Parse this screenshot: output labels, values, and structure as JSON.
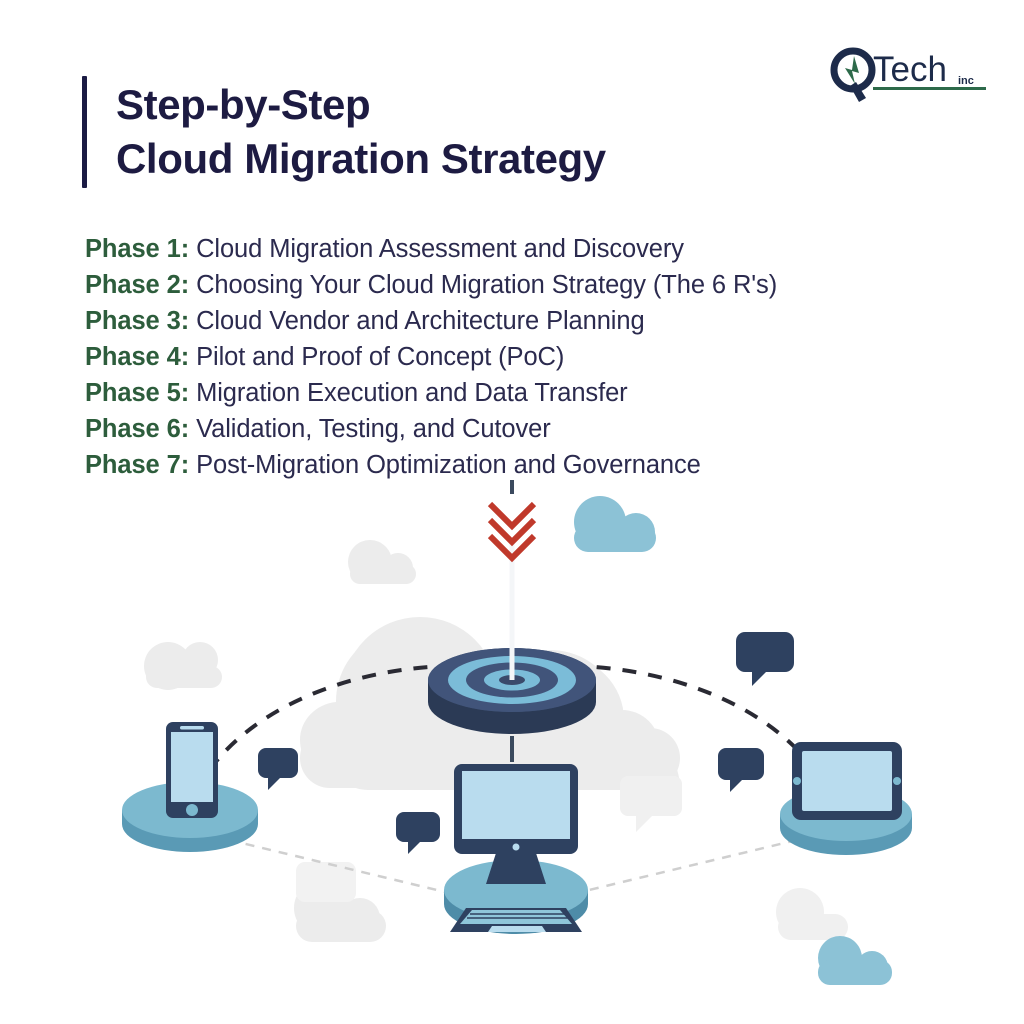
{
  "brand": {
    "logo_mark": "q-letter-with-green-wedge",
    "name_primary": "Tech",
    "name_suffix": "inc",
    "navy": "#1d2b4a",
    "green": "#2d6a4a"
  },
  "header": {
    "title_line_1": "Step-by-Step",
    "title_line_2": "Cloud Migration Strategy",
    "accent_bar_color": "#1b1b44",
    "title_color": "#1d1b42"
  },
  "phases": [
    {
      "label": "Phase 1:",
      "desc": "Cloud Migration Assessment and Discovery"
    },
    {
      "label": "Phase 2:",
      "desc": "Choosing Your Cloud Migration Strategy (The 6 R's)"
    },
    {
      "label": "Phase 3:",
      "desc": "Cloud Vendor and Architecture Planning"
    },
    {
      "label": "Phase 4:",
      "desc": "Pilot and Proof of Concept (PoC)"
    },
    {
      "label": "Phase 5:",
      "desc": "Migration Execution and Data Transfer"
    },
    {
      "label": "Phase 6:",
      "desc": "Validation, Testing, and Cutover"
    },
    {
      "label": "Phase 7:",
      "desc": "Post-Migration Optimization and Governance"
    }
  ],
  "phase_styles": {
    "label_color": "#2d5d3c",
    "desc_color": "#2b2a4e"
  },
  "illustration": {
    "description": "Cloud migration diagram: devices connected by dashed arcs to a central target in a cloud",
    "elements": [
      "big-gray-cloud",
      "blue-cloud-top-right",
      "blue-cloud-bottom-right",
      "gray-cloud-left",
      "gray-cloud-bottom-left",
      "gray-cloud-small-top",
      "target-bullseye",
      "arrow-with-red-fletching",
      "smartphone-on-platform",
      "desktop-monitor-with-keyboard",
      "tablet-on-platform",
      "speech-bubbles",
      "dashed-connection-arcs"
    ],
    "colors": {
      "navy": "#2e4160",
      "navy_dark": "#263a57",
      "blue_light": "#aed8ec",
      "blue_mid": "#6aa9c9",
      "blue_platform": "#73b5cd",
      "slate": "#4a5d80",
      "gray_cloud": "#ececec",
      "red_arrow": "#c0392b"
    }
  }
}
